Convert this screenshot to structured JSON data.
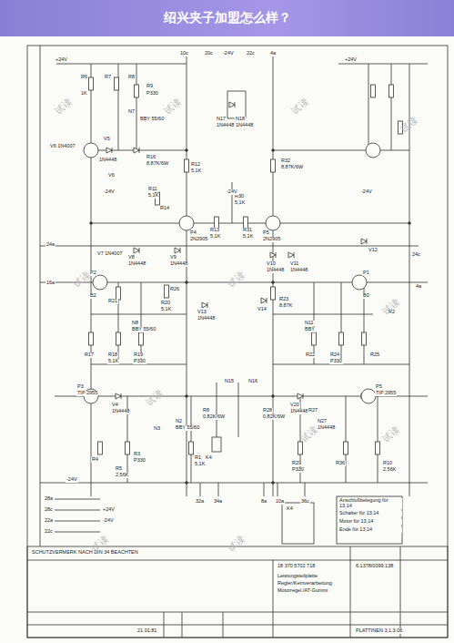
{
  "diagram": {
    "title": "绍兴夹子加盟怎么样？",
    "labels": [
      "+24V",
      "10c",
      "20c",
      "-24V",
      "22c",
      "4a",
      "+24V",
      "R6",
      "1K",
      "R7",
      "R8",
      "N7",
      "BBY 55/60",
      "R9",
      "P330",
      "V6 1N4007",
      "V5",
      "1N4448",
      "R16",
      "8,87K/6W",
      "R12",
      "5,1K",
      "R11",
      "5,1K",
      "N17",
      "1N4448",
      "N18",
      "1N4448",
      "-24V",
      "R14",
      "V6",
      "R30",
      "5,1K",
      "R32",
      "8,87K/6W",
      "-24V",
      "-24V",
      "P4",
      "2N2905",
      "R13",
      "5,1K",
      "R31",
      "5,1K",
      "P5",
      "2N2905",
      "24a",
      "V7 1N4007",
      "V8",
      "1N4448",
      "V9",
      "1N4448",
      "V10",
      "1N4448",
      "V11",
      "1N4448",
      "V12",
      "24c",
      "16a",
      "P2",
      "B2",
      "R21",
      "R26",
      "R20",
      "5,1K",
      "V13",
      "1N4448",
      "V14",
      "R23",
      "8,87K",
      "N8",
      "BBY 55/60",
      "N11",
      "BBY",
      "P1",
      "B0",
      "4a",
      "R2",
      "R17",
      "R18",
      "5,1K",
      "R19",
      "P330",
      "R22",
      "R24",
      "P330",
      "R25",
      "P3",
      "TIP 2955",
      "V4",
      "1N4448",
      "V20",
      "1N4448",
      "P5",
      "TIP 2955",
      "N3",
      "N2",
      "BBY 55/60",
      "R8",
      "0,82K/6W",
      "N15",
      "N16",
      "K4",
      "R28",
      "0,82K/6W",
      "R27",
      "N27",
      "1N4448",
      "R4",
      "R5",
      "2,56K",
      "R3",
      "P330",
      "R1",
      "5,1K",
      "R29",
      "P330",
      "R36",
      "R10",
      "2,56K",
      "-24V",
      "28a",
      "28c",
      "22a",
      "22c",
      "+24V",
      "-24V",
      "32a",
      "34a",
      "8a",
      "10a",
      "36c",
      "K4",
      "Anschlußbelegung für 13,14",
      "Schalter für 13,14",
      "Motor für 13,14",
      "Ende für 13,14",
      "18 370 5702 718",
      "Leistungsteilplatte",
      "Regler/Kernverarbeitung",
      "Motorregel./AT-Gummi",
      "6.1378/0099.138",
      "PLATTINEN 3.1.3.06",
      "21.01.81",
      "SCHUTZVERMERK NACH DIN 34 BEACHTEN",
      "试读",
      "试读",
      "试读",
      "试读",
      "试读",
      "试读",
      "试读",
      "试读",
      "试读",
      "试读",
      "试读",
      "试读"
    ]
  }
}
